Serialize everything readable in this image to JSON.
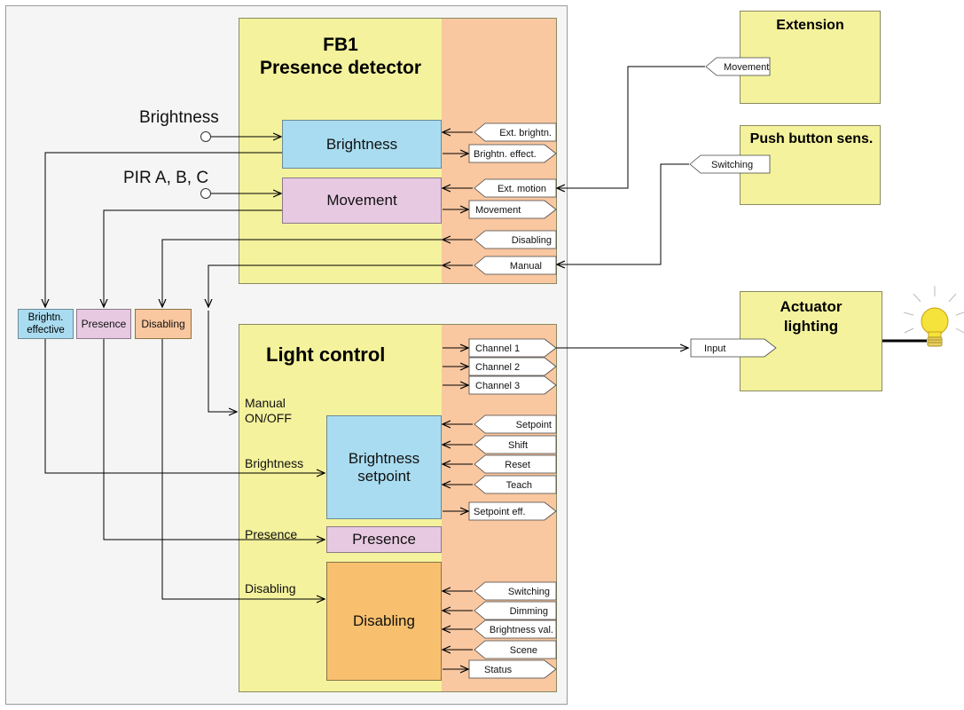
{
  "fb1": {
    "title_line1": "FB1",
    "title_line2": "Presence detector",
    "brightness_block": "Brightness",
    "movement_block": "Movement",
    "brightness_input_label": "Brightness",
    "pir_input_label": "PIR A, B, C",
    "io": [
      "Ext. brightn.",
      "Brightn. effect.",
      "Ext. motion",
      "Movement",
      "Disabling",
      "Manual"
    ]
  },
  "connectors": {
    "brightn_effective": "Brightn. effective",
    "presence": "Presence",
    "disabling": "Disabling"
  },
  "light_control": {
    "title": "Light control",
    "manual_label": "Manual ON/OFF",
    "brightness_label": "Brightness",
    "presence_label": "Presence",
    "disabling_label": "Disabling",
    "setpoint_block": "Brightness setpoint",
    "presence_block": "Presence",
    "disabling_block": "Disabling",
    "io": [
      "Channel 1",
      "Channel 2",
      "Channel 3",
      "Setpoint",
      "Shift",
      "Reset",
      "Teach",
      "Setpoint eff.",
      "Switching",
      "Dimming",
      "Brightness val.",
      "Scene",
      "Status"
    ]
  },
  "extension": {
    "title": "Extension",
    "port": "Movement"
  },
  "push_button": {
    "title": "Push button sens.",
    "port": "Switching"
  },
  "actuator": {
    "title": "Actuator lighting",
    "port": "Input"
  },
  "colors": {
    "panel": "#f4f5f4",
    "function_block": "#f4f29c",
    "io_strip": "#f9c7a0",
    "brightness_block": "#a9dcf0",
    "presence_block": "#e7c9e2",
    "disabling_block": "#f8c06e",
    "bulb": "#f5e23a"
  },
  "icons": [
    "bulb-icon"
  ]
}
